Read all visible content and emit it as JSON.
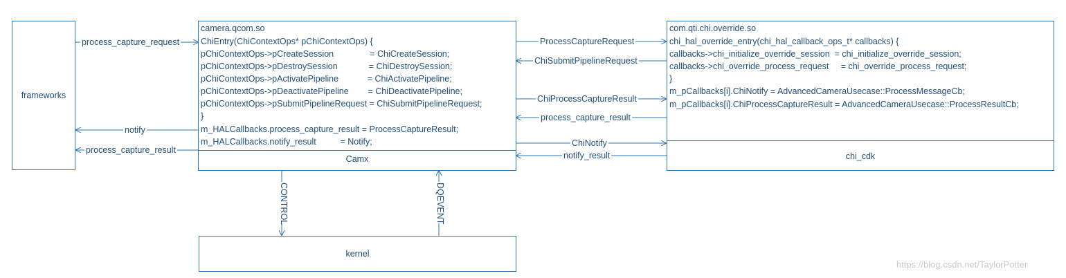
{
  "frameworks": {
    "label": "frameworks"
  },
  "camx": {
    "title": "camera.qcom.so",
    "lines": [
      "ChiEntry(ChiContextOps* pChiContextOps) {",
      "pChiContextOps->pCreateSession               = ChiCreateSession;",
      "pChiContextOps->pDestroySession             = ChiDestroySession;",
      "pChiContextOps->pActivatePipeline            = ChiActivatePipeline;",
      "pChiContextOps->pDeactivatePipeline        = ChiDeactivatePipeline;",
      "pChiContextOps->pSubmitPipelineRequest = ChiSubmitPipelineRequest;",
      "}",
      "m_HALCallbacks.process_capture_result = ProcessCaptureResult;",
      "m_HALCallbacks.notify_result          = Notify;"
    ],
    "footer": "Camx"
  },
  "chi": {
    "title": "com.qti.chi.override.so",
    "lines": [
      "chi_hal_override_entry(chi_hal_callback_ops_t* callbacks) {",
      "callbacks->chi_initialize_override_session  = chi_initialize_override_session;",
      "callbacks->chi_override_process_request     = chi_override_process_request;",
      "}",
      "m_pCallbacks[i].ChiNotify = AdvancedCameraUsecase::ProcessMessageCb;",
      "m_pCallbacks[i].ChiProcessCaptureResult = AdvancedCameraUsecase::ProcessResultCb;"
    ],
    "footer": "chi_cdk"
  },
  "kernel": {
    "label": "kernel"
  },
  "arrows": {
    "fw_to_camx": "process_capture_request",
    "camx_to_fw_notify": "notify",
    "camx_to_fw_result": "process_capture_result",
    "camx_to_chi_request": "ProcessCaptureRequest",
    "chi_to_camx_submit": "ChiSubmitPipelineRequest",
    "camx_to_chi_result": "ChiProcessCaptureResult",
    "chi_to_camx_result": "process_capture_result",
    "camx_to_chi_notify": "ChiNotify",
    "chi_to_camx_notify": "notify_result",
    "control": "CONTROL",
    "dqevent": "DQEVENT"
  },
  "watermark": "https://blog.csdn.net/TaylorPotter",
  "colors": {
    "line": "#2e75b6",
    "text": "#1f4e79"
  }
}
